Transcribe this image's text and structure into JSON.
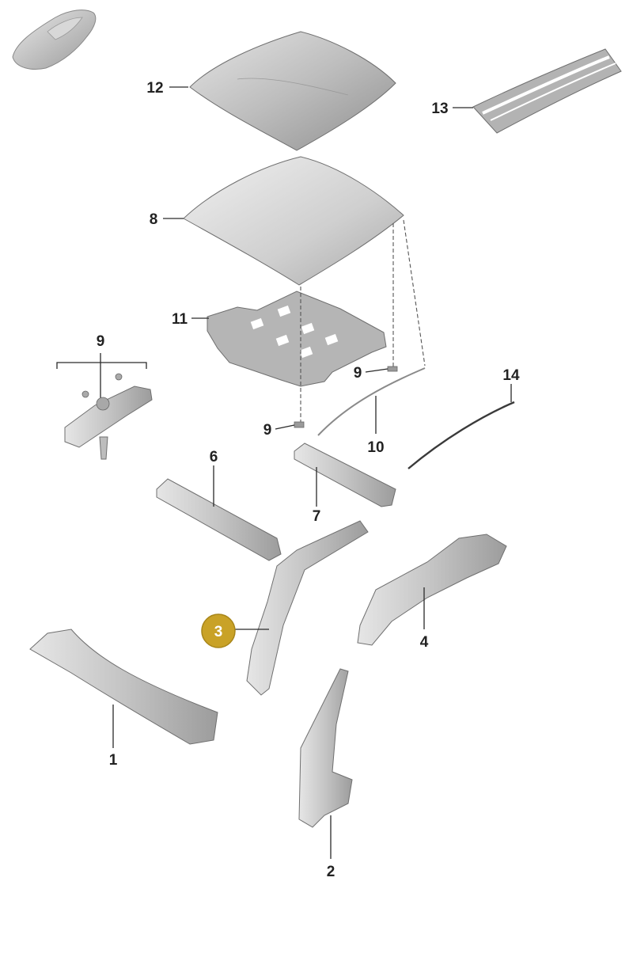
{
  "diagram": {
    "highlight_color": "#c9a227",
    "callouts": [
      {
        "id": "c12",
        "label": "12"
      },
      {
        "id": "c13",
        "label": "13"
      },
      {
        "id": "c8",
        "label": "8"
      },
      {
        "id": "c11",
        "label": "11"
      },
      {
        "id": "c9a",
        "label": "9"
      },
      {
        "id": "c9b",
        "label": "9"
      },
      {
        "id": "c9c",
        "label": "9"
      },
      {
        "id": "c14",
        "label": "14"
      },
      {
        "id": "c10",
        "label": "10"
      },
      {
        "id": "c6",
        "label": "6"
      },
      {
        "id": "c7",
        "label": "7"
      },
      {
        "id": "c3",
        "label": "3",
        "highlighted": true
      },
      {
        "id": "c4",
        "label": "4"
      },
      {
        "id": "c1",
        "label": "1"
      },
      {
        "id": "c2",
        "label": "2"
      }
    ]
  }
}
